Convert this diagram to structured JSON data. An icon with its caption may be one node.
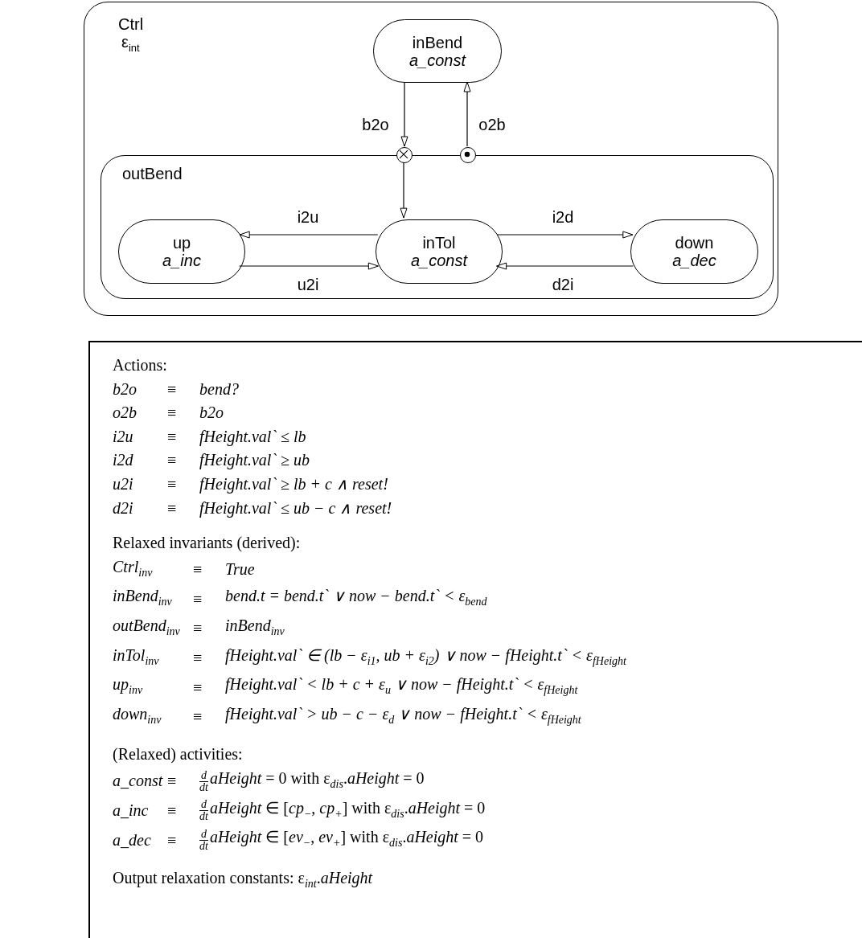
{
  "diagram": {
    "nodes": [
      {
        "text": [
          "Ctrl",
          "ε$_{int}$"
        ]
      },
      {
        "text": [
          "inBend",
          "a_const"
        ],
        "in": 0
      },
      {
        "text": [
          "outBend"
        ],
        "in": 0
      },
      {
        "text": [],
        "shape": "circle",
        "in": 0
      },
      {
        "text": [],
        "shape": "circle",
        "in": 0
      },
      {
        "text": [
          "up",
          "a_inc"
        ],
        "in": 2
      },
      {
        "text": [
          "inTol",
          "a_const"
        ],
        "in": 2
      },
      {
        "text": [
          "down",
          "a_dec"
        ],
        "in": 2
      }
    ],
    "edges": [
      {
        "from": 1,
        "to": 3,
        "arrow": "to",
        "label": "b2o"
      },
      {
        "from": 3,
        "to": 6,
        "arrow": "to"
      },
      {
        "from": 4,
        "to": 1,
        "arrow": "to",
        "label": "o2b"
      },
      {
        "from": 6,
        "to": 5,
        "arrow": "to",
        "label": "i2u"
      },
      {
        "from": 5,
        "to": 6,
        "arrow": "to",
        "label": "u2i"
      },
      {
        "from": 6,
        "to": 7,
        "arrow": "to",
        "label": "i2d"
      },
      {
        "from": 7,
        "to": 6,
        "arrow": "to",
        "label": "d2i"
      }
    ],
    "labels": [
      "Actions:",
      "b2o",
      "≡",
      "bend?",
      "o2b",
      "≡",
      "b2o",
      "i2u",
      "≡",
      "fHeight.val` ≤ lb",
      "i2d",
      "≡",
      "fHeight.val` ≥ ub",
      "u2i",
      "≡",
      "fHeight.val` ≥ lb + c ∧ reset!",
      "d2i",
      "≡",
      "fHeight.val` ≤ ub − c ∧ reset!",
      "Relaxed invariants (derived):",
      "Ctrl$_{inv}$",
      "≡",
      "True",
      "inBend$_{inv}$",
      "≡",
      "bend.t = bend.t` ∨ now − bend.t` < ε$_{bend}$",
      "outBend$_{inv}$",
      "≡",
      "inBend$_{inv}$",
      "inTol$_{inv}$",
      "≡",
      "fHeight.val` ∈ (lb − ε$_{i1}$, ub + ε$_{i2}$) ∨ now − fHeight.t` < ε$_{fHeight}$",
      "up$_{inv}$",
      "≡",
      "fHeight.val` < lb + c + ε$_{u}$ ∨ now − fHeight.t` < ε$_{fHeight}$",
      "down$_{inv}$",
      "≡",
      "fHeight.val` > ub − c − ε$_{d}$ ∨ now − fHeight.t` < ε$_{fHeight}$",
      "(Relaxed) activities:",
      "a_const",
      "≡",
      "d",
      "dt",
      "*aHeight* = 0 with ε$_{dis}$.*aHeight* = 0",
      "a_inc",
      "≡",
      "d",
      "dt",
      "*aHeight* ∈ [*cp*$_{−}$, *cp*$_{+}$] with ε$_{dis}$.*aHeight* = 0",
      "a_dec",
      "≡",
      "d",
      "dt",
      "*aHeight* ∈ [*ev*$_{−}$, *ev*$_{+}$] with ε$_{dis}$.*aHeight* = 0",
      "Output relaxation constants: ε$_{int}$.*aHeight*"
    ]
  }
}
